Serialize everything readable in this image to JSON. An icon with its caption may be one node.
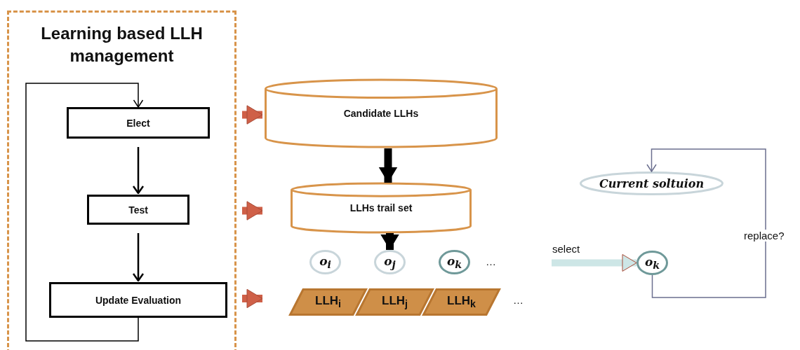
{
  "diagram": {
    "nodes": [
      {
        "text": [
          "Learning based LLH management"
        ]
      },
      {
        "text": [
          "Elect"
        ],
        "in": 0
      },
      {
        "text": [
          "Test"
        ],
        "in": 0
      },
      {
        "text": [
          "Update Evaluation"
        ],
        "in": 0
      },
      {
        "text": [
          "Candidate LLHs"
        ]
      },
      {
        "text": [
          "LLHs trail set"
        ]
      },
      {
        "text": [
          "o$_{i}$"
        ]
      },
      {
        "text": [
          "o$_{j}$"
        ]
      },
      {
        "text": [
          "o$_{k}$"
        ]
      },
      {
        "text": [
          "LLH$_{i}$"
        ]
      },
      {
        "text": [
          "LLH$_{j}$"
        ]
      },
      {
        "text": [
          "LLH$_{k}$"
        ]
      },
      {
        "text": [
          "Current soltuion"
        ]
      },
      {
        "text": [
          "o$_{k}$"
        ]
      }
    ],
    "edges": [
      {
        "from": 1,
        "to": 2,
        "arrow": "to"
      },
      {
        "from": 2,
        "to": 3,
        "arrow": "to"
      },
      {
        "from": 3,
        "to": 1,
        "arrow": "to"
      },
      {
        "from": 0,
        "to": 4,
        "arrow": "to",
        "color": "#cf6048"
      },
      {
        "from": 0,
        "to": 5,
        "arrow": "to",
        "color": "#cf6048"
      },
      {
        "from": 0,
        "to": 9,
        "arrow": "to",
        "color": "#cf6048"
      },
      {
        "from": 4,
        "to": 5,
        "arrow": "to"
      },
      {
        "from": 5,
        "to": 7,
        "arrow": "to"
      },
      {
        "from": null,
        "to": 13,
        "arrow": "to",
        "label": "select",
        "color": "#cde6e6"
      },
      {
        "from": 13,
        "to": 12,
        "arrow": "to",
        "label": "replace?",
        "color": "#6b6f8f"
      }
    ],
    "labels": [
      "…",
      "…"
    ]
  }
}
